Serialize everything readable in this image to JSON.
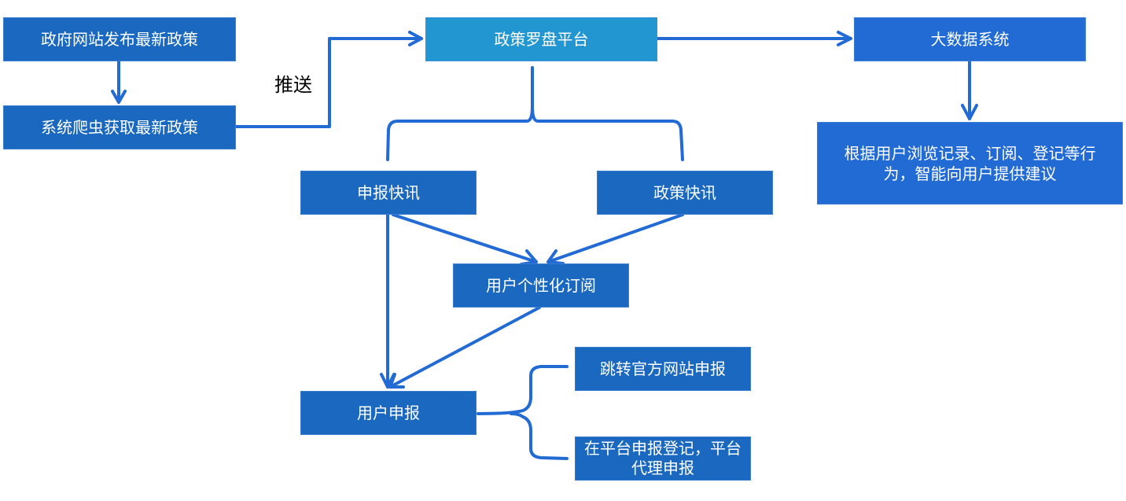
{
  "diagram": {
    "type": "flowchart",
    "colors": {
      "node": "#1b68c0",
      "platform_node": "#2196d0",
      "bigdata_node": "#226ad4",
      "connector": "#226ad4",
      "node_text": "#ffffff",
      "edge_label_text": "#000000"
    },
    "nodes": {
      "gov_publish": "政府网站发布最新政策",
      "crawler": "系统爬虫获取最新政策",
      "platform": "政策罗盘平台",
      "bigdata": "大数据系统",
      "suggest": "根据用户浏览记录、订阅、登记等行为，智能向用户提供建议",
      "apply_news": "申报快讯",
      "policy_news": "政策快讯",
      "subscribe": "用户个性化订阅",
      "user_apply": "用户申报",
      "official_site": "跳转官方网站申报",
      "platform_agent": "在平台申报登记，平台代理申报"
    },
    "edge_labels": {
      "push": "推送"
    },
    "edges": [
      {
        "from": "gov_publish",
        "to": "crawler",
        "type": "arrow"
      },
      {
        "from": "crawler",
        "to": "platform",
        "type": "arrow",
        "label": "推送"
      },
      {
        "from": "platform",
        "to": "bigdata",
        "type": "arrow"
      },
      {
        "from": "bigdata",
        "to": "suggest",
        "type": "arrow"
      },
      {
        "from": "platform",
        "to": [
          "apply_news",
          "policy_news"
        ],
        "type": "brace"
      },
      {
        "from": "apply_news",
        "to": "subscribe",
        "type": "arrow"
      },
      {
        "from": "policy_news",
        "to": "subscribe",
        "type": "arrow"
      },
      {
        "from": "apply_news",
        "to": "user_apply",
        "type": "arrow"
      },
      {
        "from": "subscribe",
        "to": "user_apply",
        "type": "arrow"
      },
      {
        "from": "user_apply",
        "to": [
          "official_site",
          "platform_agent"
        ],
        "type": "brace"
      }
    ]
  }
}
